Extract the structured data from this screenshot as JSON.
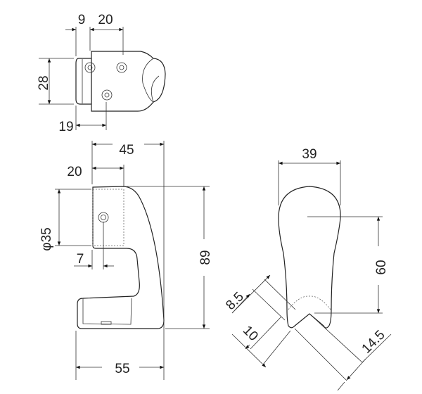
{
  "top_view": {
    "dim_a": "9",
    "dim_b": "20",
    "dim_height": "28",
    "dim_hole_offset": "19"
  },
  "side_view": {
    "dim_depth": "45",
    "dim_clamp": "20",
    "dim_pipe": "φ35",
    "dim_hole": "7",
    "dim_height": "89",
    "dim_base": "55"
  },
  "front_view": {
    "dim_width": "39",
    "dim_arm": "60",
    "dim_notch_a": "8.5",
    "dim_notch_b": "10",
    "dim_notch_c": "14.5"
  },
  "colors": {
    "line": "#222222",
    "background": "#ffffff"
  }
}
